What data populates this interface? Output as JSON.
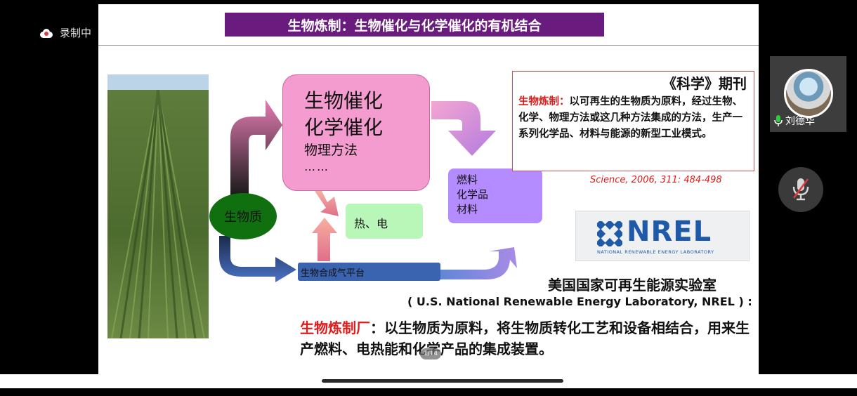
{
  "recording": {
    "label": "录制中",
    "icon": "cloud-record-icon"
  },
  "slide": {
    "title": "生物炼制：生物催化与化学催化的有机结合",
    "pink_box": {
      "line1": "生物催化",
      "line2": "化学催化",
      "line3": "物理方法",
      "line4": "……"
    },
    "biomass": "生物质",
    "heat_power": "热、电",
    "outputs": {
      "line1": "燃料",
      "line2": "化学品",
      "line3": "材料"
    },
    "syngas_platform": "生物合成气平台",
    "science_box": {
      "header": "《科学》期刊",
      "term": "生物炼制：",
      "definition": "以可再生的生物质为原料，经过生物、化学、物理方法或这几种方法集成的方法，生产一系列化学品、材料与能源的新型工业模式。"
    },
    "citation": "Science, 2006, 311: 484-498",
    "nrel": {
      "logo_text": "NREL",
      "subtitle": "NATIONAL RENEWABLE ENERGY LABORATORY"
    },
    "lab_cn": "美国国家可再生能源实验室",
    "lab_en": "( U.S. National Renewable Energy Laboratory, NREL ) :",
    "plant": {
      "term": "生物炼制厂",
      "definition": "：以生物质为原料，将生物质转化工艺和设备相结合，用来生产燃料、电热能和化学产品的集成装置。"
    },
    "page_indicator": "1/14"
  },
  "participant": {
    "name": "刘德华",
    "mic_icon": "mic-icon"
  },
  "controls": {
    "mute_icon": "mic-muted-icon"
  },
  "colors": {
    "title_bg": "#6a1b7e",
    "pink": "#f49ccf",
    "green": "#107010",
    "purple": "#b48cff",
    "blue": "#3a63b0",
    "red": "#e01b1b",
    "nrel_blue": "#1e5aa8"
  }
}
